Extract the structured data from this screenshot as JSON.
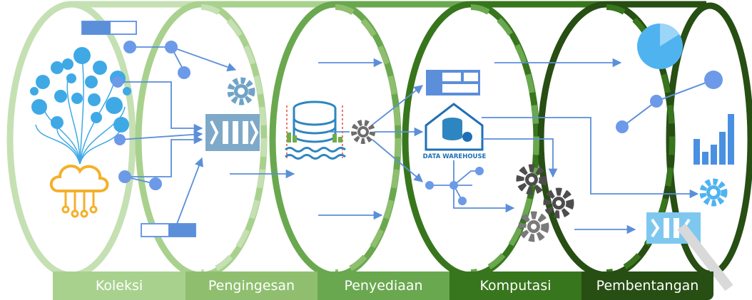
{
  "stages": [
    {
      "label": "Koleksi",
      "color": "#a9d18e"
    },
    {
      "label": "Pengingesan",
      "color": "#8fbf6e"
    },
    {
      "label": "Penyediaan",
      "color": "#6aa84f"
    },
    {
      "label": "Komputasi",
      "color": "#38761d"
    },
    {
      "label": "Pembentangan",
      "color": "#274e13"
    }
  ],
  "warehouse_label": "DATA WAREHOUSE",
  "colors": {
    "arrow": "#5b8fd9",
    "node": "#6c9ae8",
    "icon_blue": "#3fa9e6",
    "gear_gray": "#6d6d6d",
    "cloud_orange": "#f4b02c"
  },
  "icons": [
    "iot-tree-icon",
    "cloud-icon",
    "stream-queue-icon",
    "gear-icon",
    "database-icon",
    "data-warehouse-icon",
    "gears-icon",
    "pie-chart-icon",
    "line-chart-icon",
    "bar-chart-icon"
  ]
}
